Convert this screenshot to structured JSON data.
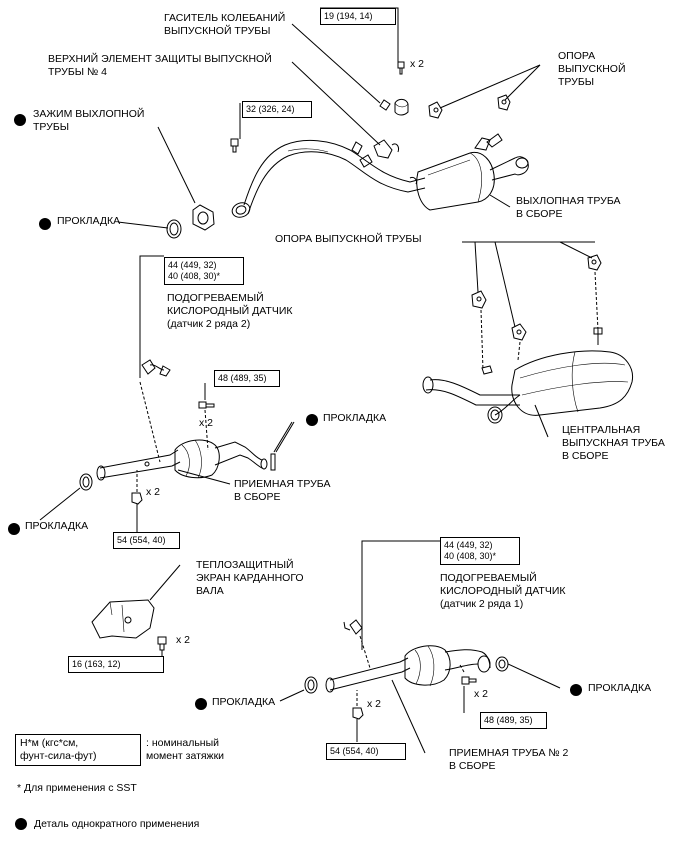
{
  "labels": {
    "damper": "ГАСИТЕЛЬ КОЛЕБАНИЙ\nВЫПУСКНОЙ ТРУБЫ",
    "upper_guard": "ВЕРХНИЙ ЭЛЕМЕНТ ЗАЩИТЫ ВЫПУСКНОЙ\nТРУБЫ № 4",
    "clamp": "ЗАЖИМ ВЫХЛОПНОЙ\nТРУБЫ",
    "support_top": "ОПОРА\nВЫПУСКНОЙ\nТРУБЫ",
    "tail_pipe": "ВЫХЛОПНАЯ ТРУБА\nВ СБОРЕ",
    "gasket_1": "ПРОКЛАДКА",
    "support_mid": "ОПОРА ВЫПУСКНОЙ ТРУБЫ",
    "sensor_1": "ПОДОГРЕВАЕМЫЙ\nКИСЛОРОДНЫЙ ДАТЧИК\n(датчик 2 ряда 2)",
    "gasket_2": "ПРОКЛАДКА",
    "center_pipe": "ЦЕНТРАЛЬНАЯ\nВЫПУСКНАЯ ТРУБА\nВ СБОРЕ",
    "front_pipe": "ПРИЕМНАЯ ТРУБА\nВ СБОРЕ",
    "gasket_3": "ПРОКЛАДКА",
    "heat_shield": "ТЕПЛОЗАЩИТНЫЙ\nЭКРАН КАРДАННОГО\nВАЛА",
    "sensor_2": "ПОДОГРЕВАЕМЫЙ\nКИСЛОРОДНЫЙ ДАТЧИК\n(датчик 2 ряда 1)",
    "gasket_4": "ПРОКЛАДКА",
    "gasket_5": "ПРОКЛАДКА",
    "front_pipe_2": "ПРИЕМНАЯ ТРУБА № 2\nВ СБОРЕ"
  },
  "torques": {
    "t_damper": "19 (194, 14)",
    "t_clamp": "32 (326, 24)",
    "t_sensor_1": "44 (449, 32)\n40 (408, 30)*",
    "t_flange_1": "48 (489, 35)",
    "t_nut_1": "54 (554, 40)",
    "t_shield": "16 (163, 12)",
    "t_sensor_2": "44 (449, 32)\n40 (408, 30)*",
    "t_flange_2": "48 (489, 35)",
    "t_nut_2": "54 (554, 40)"
  },
  "multipliers": {
    "m_damper": "x 2",
    "m_flange_1": "x 2",
    "m_nut_1": "x 2",
    "m_shield": "x 2",
    "m_nut_2": "x 2",
    "m_flange_2": "x 2"
  },
  "legend": {
    "unit_box": "Н*м (кгс*см,\nфунт-сила-фут)",
    "unit_desc": ": номинальный\nмомент затяжки",
    "sst_note": "* Для применения с SST",
    "single_use": "Деталь однократного применения"
  }
}
